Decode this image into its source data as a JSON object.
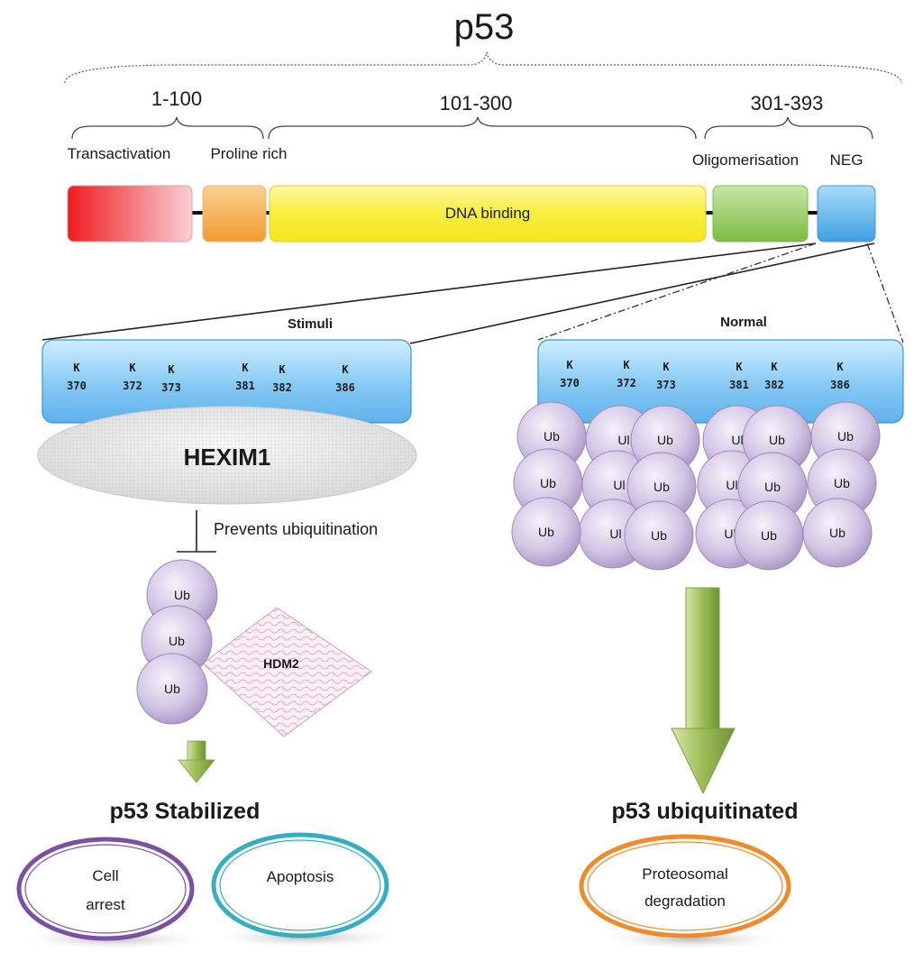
{
  "title": "p53",
  "ranges": [
    "1-100",
    "101-300",
    "301-393"
  ],
  "domain_labels": {
    "transactivation": "Transactivation",
    "proline_rich": "Proline rich",
    "oligomerisation": "Oligomerisation",
    "neg": "NEG",
    "dna_binding": "DNA binding"
  },
  "left_panel": {
    "header": "Stimuli",
    "lysines": [
      {
        "k": "K",
        "num": "370"
      },
      {
        "k": "K",
        "num": "372"
      },
      {
        "k": "K",
        "num": "373"
      },
      {
        "k": "K",
        "num": "381"
      },
      {
        "k": "K",
        "num": "382"
      },
      {
        "k": "K",
        "num": "386"
      }
    ],
    "hexim": "HEXIM1",
    "prevents": "Prevents ubiquitination",
    "ub_label": "Ub",
    "hdm2": "HDM2",
    "result": "p53 Stabilized",
    "outcomes": [
      {
        "line1": "Cell",
        "line2": "arrest"
      },
      {
        "line1": "Apoptosis",
        "line2": ""
      }
    ]
  },
  "right_panel": {
    "header": "Normal",
    "lysines": [
      {
        "k": "K",
        "num": "370"
      },
      {
        "k": "K",
        "num": "372"
      },
      {
        "k": "K",
        "num": "373"
      },
      {
        "k": "K",
        "num": "381"
      },
      {
        "k": "K",
        "num": "382"
      },
      {
        "k": "K",
        "num": "386"
      }
    ],
    "ub_label": "Ub",
    "ub_partial": "Ul",
    "result": "p53 ubiquitinated",
    "outcome": {
      "line1": "Proteosomal",
      "line2": "degradation"
    }
  },
  "colors": {
    "transactivation": "#ee2222",
    "proline": "#f5a24a",
    "dna_binding": "#f6ec3a",
    "oligomerisation": "#86c64a",
    "neg": "#4aa8e8",
    "ub": "#b9a7d3",
    "arrow": "#a9c46a",
    "cell_arrest_ring": "#7b4fa3",
    "apoptosis_ring": "#35aec4",
    "proteosomal_ring": "#f08a2a"
  }
}
